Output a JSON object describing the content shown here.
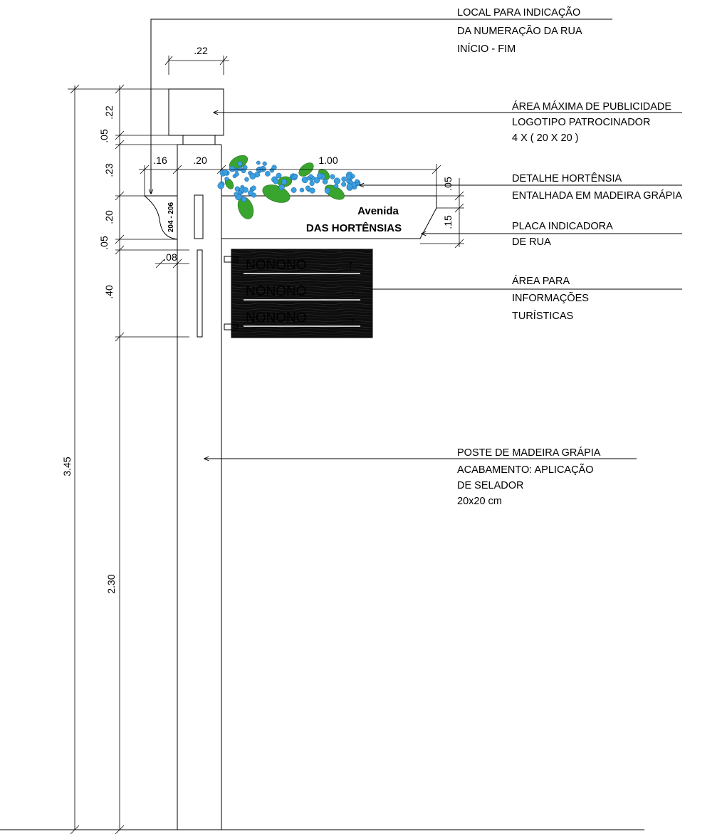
{
  "annotations": {
    "street_numbering": [
      "LOCAL PARA INDICAÇÃO",
      "DA NUMERAÇÃO DA RUA",
      "INÍCIO - FIM"
    ],
    "advertising": [
      "ÁREA MÁXIMA DE PUBLICIDADE",
      "LOGOTIPO PATROCINADOR",
      "4 X ( 20 X 20 )"
    ],
    "hydrangea": [
      "DETALHE HORTÊNSIA",
      "ENTALHADA EM MADEIRA GRÁPIA"
    ],
    "street_sign": [
      "PLACA INDICADORA",
      "DE RUA"
    ],
    "tourist_info": [
      "ÁREA PARA",
      "INFORMAÇÕES",
      "TURÍSTICAS"
    ],
    "post": [
      "POSTE DE MADEIRA GRÁPIA",
      "ACABAMENTO: APLICAÇÃO",
      "DE SELADOR",
      "20x20 cm"
    ]
  },
  "dimensions": {
    "top_width": ".22",
    "total_height": "3.45",
    "base_height": "2.30",
    "box_height": ".22",
    "neck_height": ".05",
    "upper_height": ".23",
    "bracket_height": ".20",
    "gap_height": ".05",
    "tourist_height": ".40",
    "bracket_width": ".16",
    "post_width": ".20",
    "sign_width": "1.00",
    "sign_top": ".05",
    "sign_height": ".15",
    "inset_width": ".08"
  },
  "street_sign": {
    "line1": "Avenida",
    "line2": "DAS HORTÊNSIAS"
  },
  "house_numbers": "204 - 206",
  "tourist_board": {
    "rows": [
      {
        "label": "NONONO",
        "arrow": "↑"
      },
      {
        "label": "NONONO",
        "arrow": "→"
      },
      {
        "label": "NONONO",
        "arrow": "→"
      }
    ]
  },
  "colors": {
    "board": "#0d0d0d",
    "leaf": "#3aa52e",
    "flower": "#3aa0e0",
    "sign_text": "#b8b8b8"
  }
}
